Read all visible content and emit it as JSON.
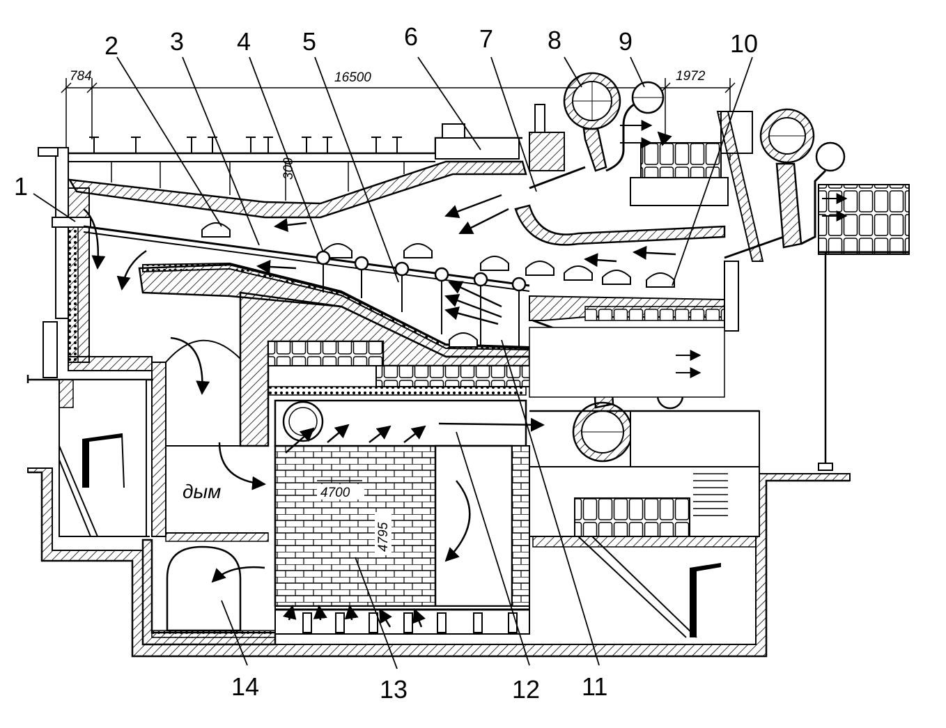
{
  "callouts": [
    {
      "id": "1",
      "text": "1"
    },
    {
      "id": "2",
      "text": "2"
    },
    {
      "id": "3",
      "text": "3"
    },
    {
      "id": "4",
      "text": "4"
    },
    {
      "id": "5",
      "text": "5"
    },
    {
      "id": "6",
      "text": "6"
    },
    {
      "id": "7",
      "text": "7"
    },
    {
      "id": "8",
      "text": "8"
    },
    {
      "id": "9",
      "text": "9"
    },
    {
      "id": "10",
      "text": "10"
    },
    {
      "id": "11",
      "text": "11"
    },
    {
      "id": "12",
      "text": "12"
    },
    {
      "id": "13",
      "text": "13"
    },
    {
      "id": "14",
      "text": "14"
    }
  ],
  "dimensions": {
    "left": "784",
    "main": "16500",
    "right": "1972",
    "roof": "300",
    "width": "4700",
    "height": "4795"
  },
  "labels": {
    "smoke": "дым"
  }
}
